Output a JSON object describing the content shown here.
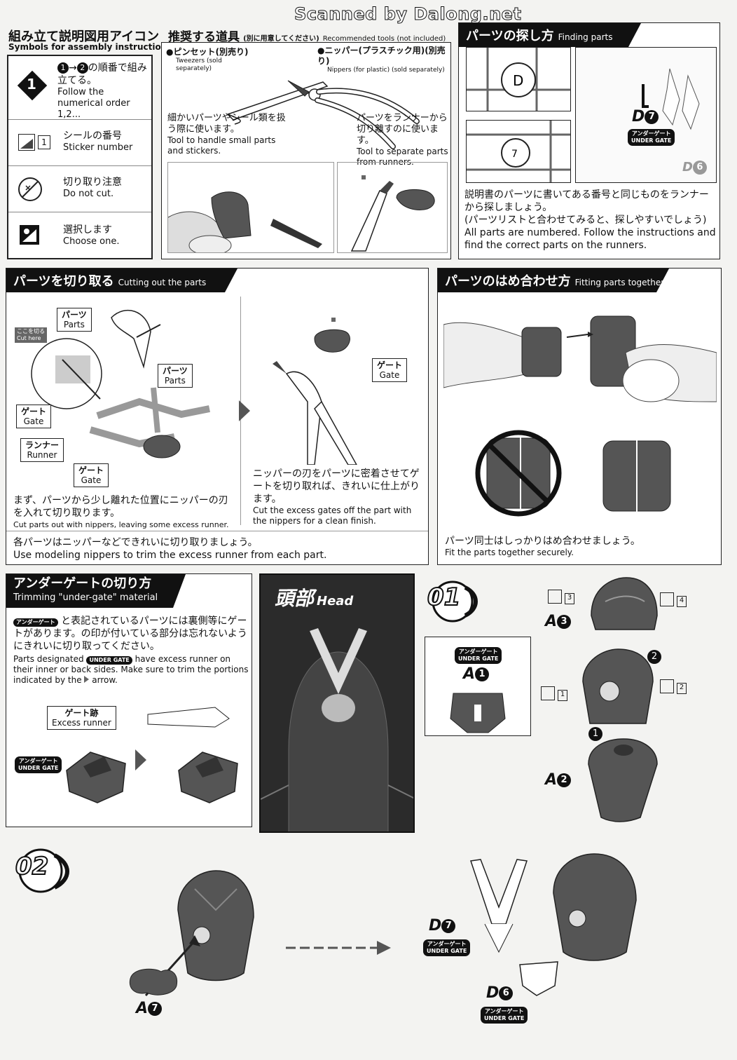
{
  "watermark": "Scanned by Dalong.net",
  "symbols": {
    "title_jp": "組み立て説明図用アイコン",
    "title_en": "Symbols for assembly instruction manuals",
    "order_jp": "の順番で組み立てる。",
    "order_en": "Follow the numerical order",
    "order_en_tail": "...",
    "sticker_jp": "シールの番号",
    "sticker_en": "Sticker number",
    "sticker_num": "1",
    "nocut_jp": "切り取り注意",
    "nocut_en": "Do not cut.",
    "choose_jp": "選択します",
    "choose_en": "Choose one.",
    "n1": "1",
    "n2": "2"
  },
  "tools": {
    "title_jp": "推奨する道具",
    "title_note_jp": "(別に用意してください)",
    "title_en": "Recommended tools (not included)",
    "tweezers_jp": "●ピンセット(別売り)",
    "tweezers_en": "Tweezers (sold separately)",
    "nippers_jp": "●ニッパー(プラスチック用)(別売り)",
    "nippers_en": "Nippers (for plastic) (sold separately)",
    "tweezers_desc_jp": "細かいパーツやシール類を扱う際に使います。",
    "tweezers_desc_en": "Tool to handle small parts and stickers.",
    "nippers_desc_jp": "パーツをランナーから切り離すのに使います。",
    "nippers_desc_en": "Tool to separate parts from runners."
  },
  "finding": {
    "title_jp": "パーツの探し方",
    "title_en": "Finding parts",
    "code1": "D",
    "code1_num": "7",
    "code2": "D",
    "code2_num": "6",
    "ug_jp": "アンダーゲート",
    "ug_en": "UNDER GATE",
    "runner_letter": "D",
    "runner_num": "7",
    "desc_jp1": "説明書のパーツに書いてある番号と同じものをランナーから探しましょう。",
    "desc_jp2": "(パーツリストと合わせてみると、探しやすいでしょう)",
    "desc_en": "All parts are numbered. Follow the instructions and find the correct parts on the runners."
  },
  "cutting": {
    "title_jp": "パーツを切り取る",
    "title_en": "Cutting out the parts",
    "cut_here_jp": "ここを切る",
    "cut_here_en": "Cut here",
    "parts_jp": "パーツ",
    "parts_en": "Parts",
    "gate_jp": "ゲート",
    "gate_en": "Gate",
    "runner_jp": "ランナー",
    "runner_en": "Runner",
    "step1_jp": "まず、パーツから少し離れた位置にニッパーの刃を入れて切り取ります。",
    "step1_en": "Cut parts out with nippers, leaving some excess runner.",
    "step2_jp": "ニッパーの刃をパーツに密着させてゲートを切り取れば、きれいに仕上がります。",
    "step2_en": "Cut the excess gates off the part with the nippers for a clean finish.",
    "foot_jp": "各パーツはニッパーなどできれいに切り取りましょう。",
    "foot_en": "Use modeling nippers to trim the excess runner from each part."
  },
  "fitting": {
    "title_jp": "パーツのはめ合わせ方",
    "title_en": "Fitting parts together",
    "foot_jp": "パーツ同士はしっかりはめ合わせましょう。",
    "foot_en": "Fit the parts together securely."
  },
  "undergate": {
    "title_jp": "アンダーゲートの切り方",
    "title_en": "Trimming \"under-gate\" material",
    "tag_jp": "アンダーゲート",
    "tag_en": "UNDER GATE",
    "desc_jp": "と表記されているパーツには裏側等にゲートがあります。の印が付いている部分は忘れないようにきれいに切り取ってください。",
    "desc_en1": "Parts designated",
    "desc_en2": "have excess runner on their inner or back sides. Make sure to trim the portions indicated by the",
    "desc_en3": "arrow.",
    "excess_jp": "ゲート跡",
    "excess_en": "Excess runner"
  },
  "head": {
    "title_jp": "頭部",
    "title_en": "Head"
  },
  "step01": {
    "badge": "01",
    "a3": "A",
    "a3n": "3",
    "a1": "A",
    "a1n": "1",
    "a2": "A",
    "a2n": "2",
    "s1": "1",
    "s2": "2",
    "s3": "3",
    "s4": "4",
    "ord1": "1",
    "ord2": "2",
    "ug_jp": "アンダーゲート",
    "ug_en": "UNDER GATE"
  },
  "step02": {
    "badge": "02",
    "a7": "A",
    "a7n": "7",
    "d7": "D",
    "d7n": "7",
    "d6": "D",
    "d6n": "6",
    "ug_jp": "アンダーゲート",
    "ug_en": "UNDER GATE"
  }
}
